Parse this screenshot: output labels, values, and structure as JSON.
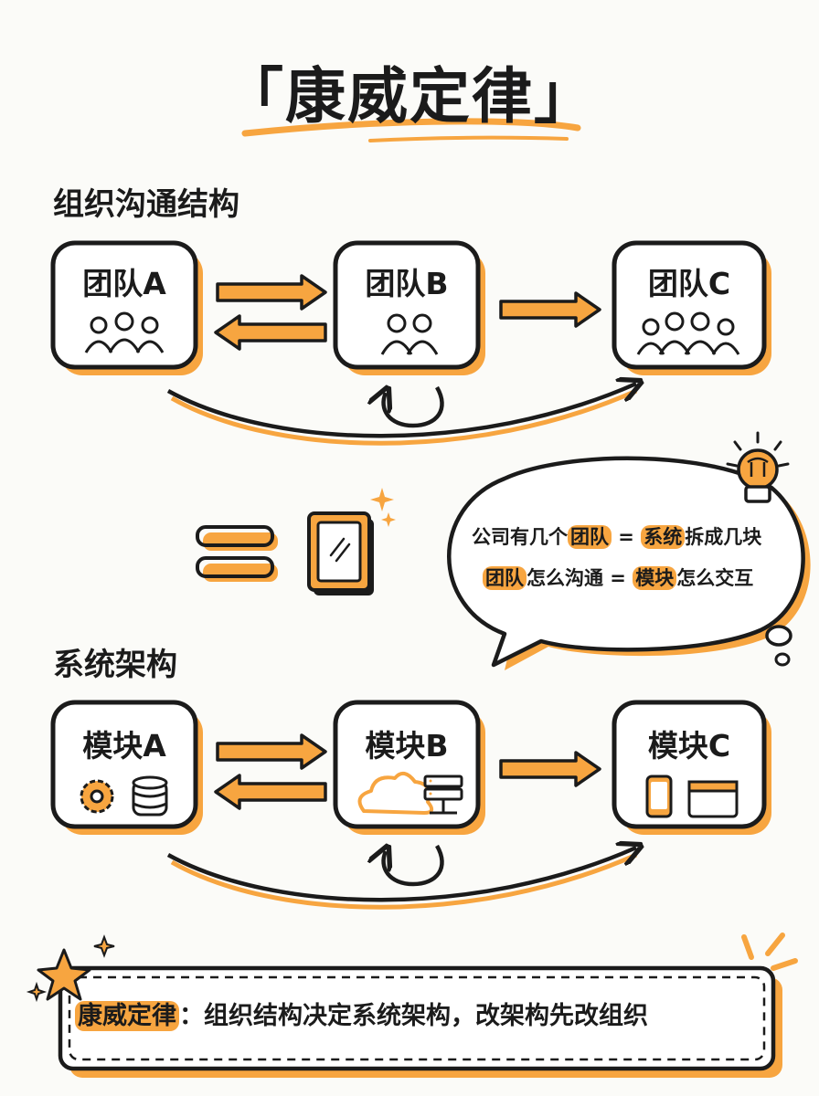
{
  "title": "「康威定律」",
  "org": {
    "heading": "组织沟通结构",
    "teams": [
      {
        "label": "团队A",
        "icon": "three-people-icon"
      },
      {
        "label": "团队B",
        "icon": "two-people-icon"
      },
      {
        "label": "团队C",
        "icon": "four-people-icon"
      }
    ]
  },
  "bubble": {
    "line1": {
      "a": "公司有几个",
      "b": "团队",
      "c": " = ",
      "d": "系统",
      "e": "拆成几块"
    },
    "line2": {
      "a": "团队",
      "b": "怎么沟通 = ",
      "c": "模块",
      "d": "怎么交互"
    }
  },
  "arch": {
    "heading": "系统架构",
    "modules": [
      {
        "label": "模块A",
        "icons": [
          "gear-icon",
          "database-icon"
        ]
      },
      {
        "label": "模块B",
        "icons": [
          "cloud-icon",
          "server-icon"
        ]
      },
      {
        "label": "模块C",
        "icons": [
          "phone-icon",
          "browser-window-icon"
        ]
      }
    ]
  },
  "summary": {
    "highlight": "康威定律",
    "text": "：组织结构决定系统架构，改架构先改组织"
  },
  "colors": {
    "accent": "#f7a540",
    "ink": "#1b1b1b",
    "background": "#fbfbf8"
  }
}
